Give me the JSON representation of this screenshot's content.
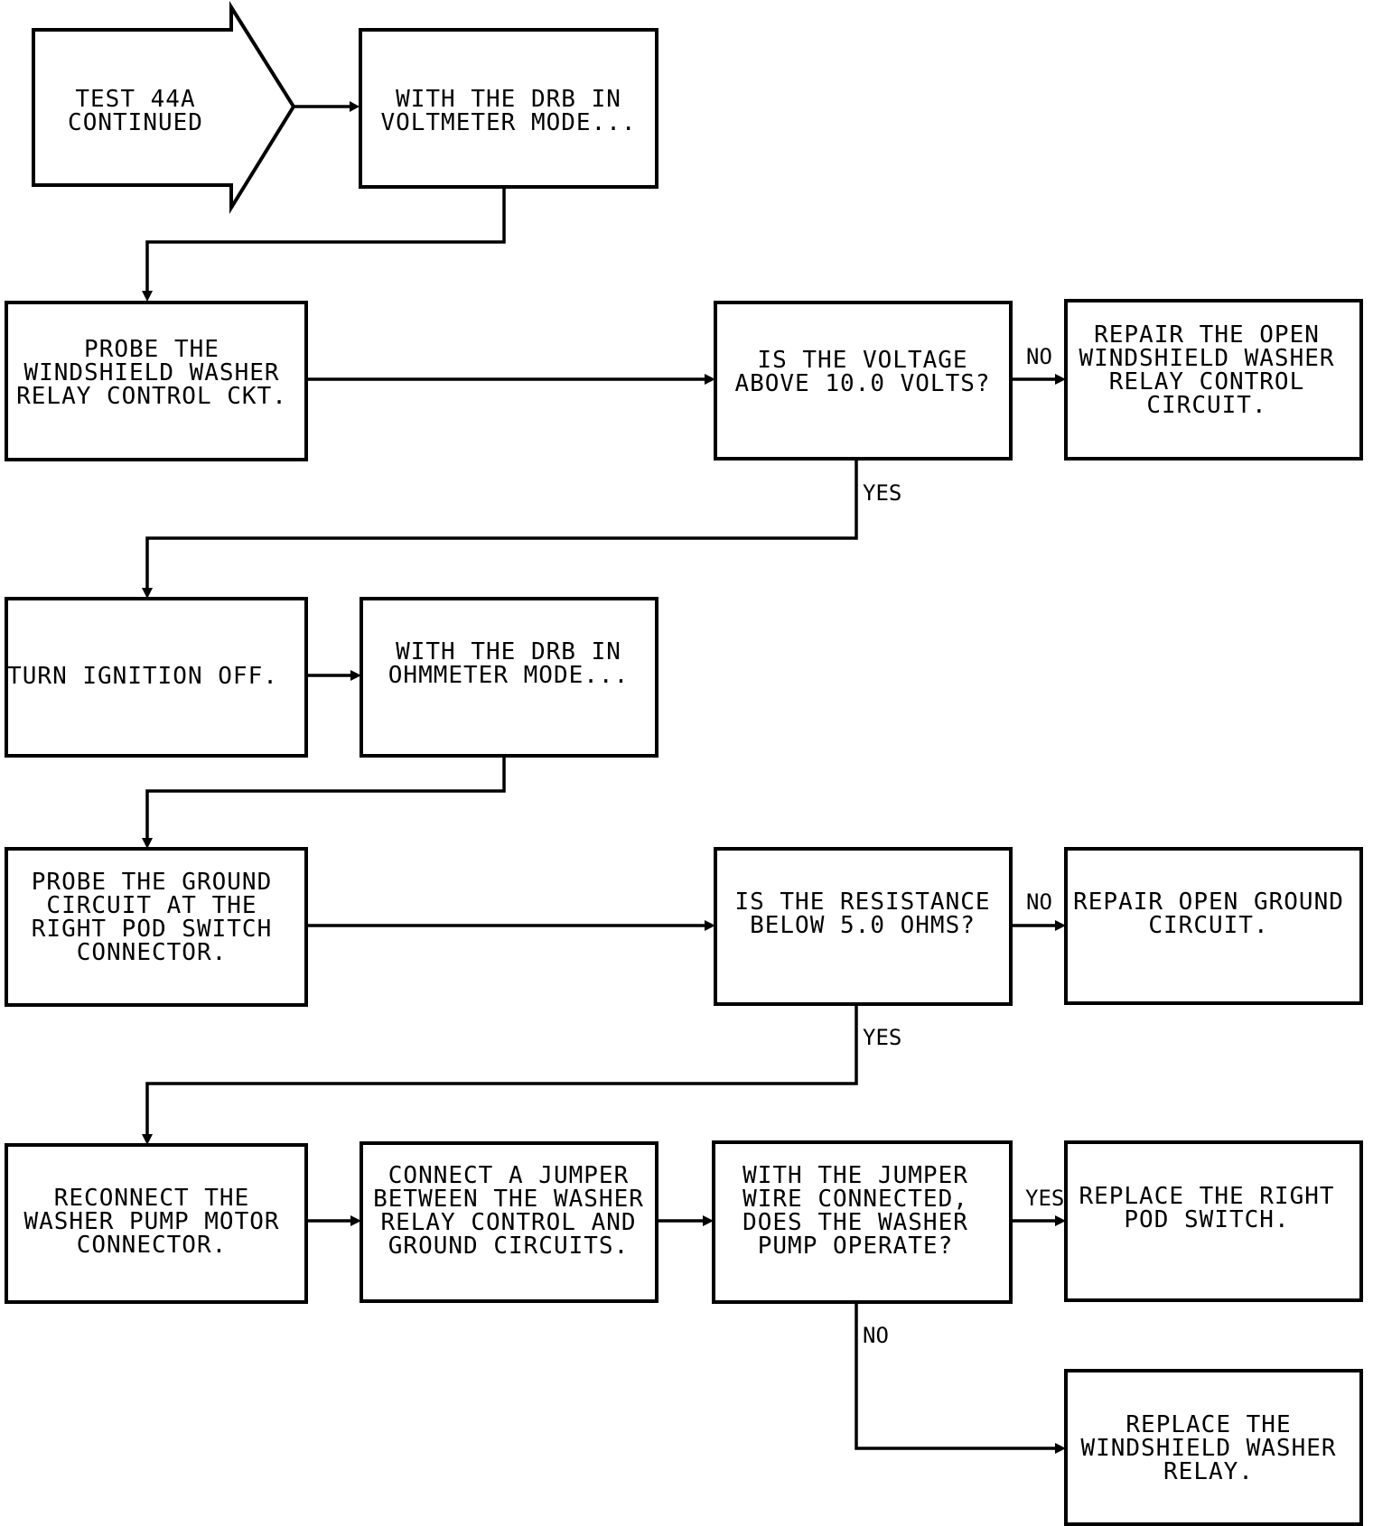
{
  "nodes": {
    "start": [
      "TEST 44A",
      "CONTINUED"
    ],
    "voltmeter": [
      "WITH THE DRB IN",
      "VOLTMETER MODE..."
    ],
    "probe_relay": [
      "PROBE THE",
      "WINDSHIELD WASHER",
      "RELAY CONTROL CKT."
    ],
    "q_voltage": [
      "IS THE VOLTAGE",
      "ABOVE 10.0 VOLTS?"
    ],
    "repair_relay": [
      "REPAIR THE OPEN",
      "WINDSHIELD WASHER",
      "RELAY CONTROL",
      "CIRCUIT."
    ],
    "ignition_off": [
      "TURN IGNITION OFF."
    ],
    "ohmmeter": [
      "WITH THE DRB IN",
      "OHMMETER MODE..."
    ],
    "probe_ground": [
      "PROBE THE GROUND",
      "CIRCUIT AT THE",
      "RIGHT POD SWITCH",
      "CONNECTOR."
    ],
    "q_resistance": [
      "IS THE RESISTANCE",
      "BELOW 5.0 OHMS?"
    ],
    "repair_ground": [
      "REPAIR OPEN GROUND",
      "CIRCUIT."
    ],
    "reconnect": [
      "RECONNECT THE",
      "WASHER PUMP MOTOR",
      "CONNECTOR."
    ],
    "jumper": [
      "CONNECT A JUMPER",
      "BETWEEN THE WASHER",
      "RELAY CONTROL AND",
      "GROUND CIRCUITS."
    ],
    "q_pump": [
      "WITH THE JUMPER",
      "WIRE CONNECTED,",
      "DOES THE WASHER",
      "PUMP OPERATE?"
    ],
    "replace_switch": [
      "REPLACE THE RIGHT",
      "POD SWITCH."
    ],
    "replace_relay": [
      "REPLACE THE",
      "WINDSHIELD WASHER",
      "RELAY."
    ]
  },
  "edge_labels": {
    "voltage_no": "NO",
    "voltage_yes": "YES",
    "resistance_no": "NO",
    "resistance_yes": "YES",
    "pump_yes": "YES",
    "pump_no": "NO"
  },
  "colors": {
    "ink": "#000000",
    "background": "#ffffff"
  }
}
